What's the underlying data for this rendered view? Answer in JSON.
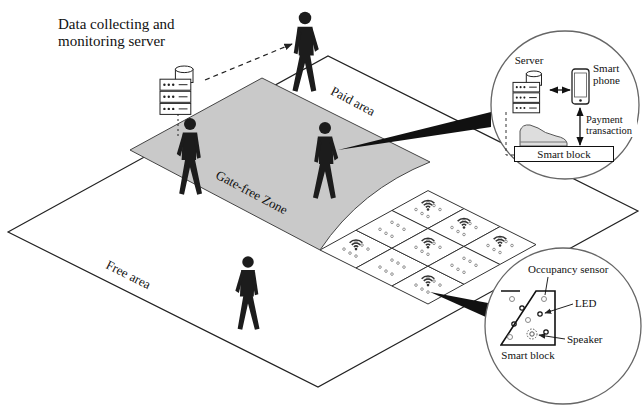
{
  "diagram": {
    "nodes": [
      {
        "text": [
          "Server"
        ]
      },
      {
        "text": [
          "Smart phone"
        ]
      },
      {
        "text": [
          "Smart block"
        ]
      },
      {
        "text": [
          "Smart block"
        ]
      }
    ],
    "edges": [
      {
        "from": 0,
        "to": 1,
        "arrow": "both"
      },
      {
        "from": 1,
        "to": 2,
        "label": "Payment transaction",
        "arrow": "both"
      }
    ],
    "labels": [
      "Data collecting and monitoring server",
      "Paid area",
      "Gate-free Zone",
      "Free area",
      "Occupancy sensor",
      "LED",
      "Speaker"
    ]
  }
}
